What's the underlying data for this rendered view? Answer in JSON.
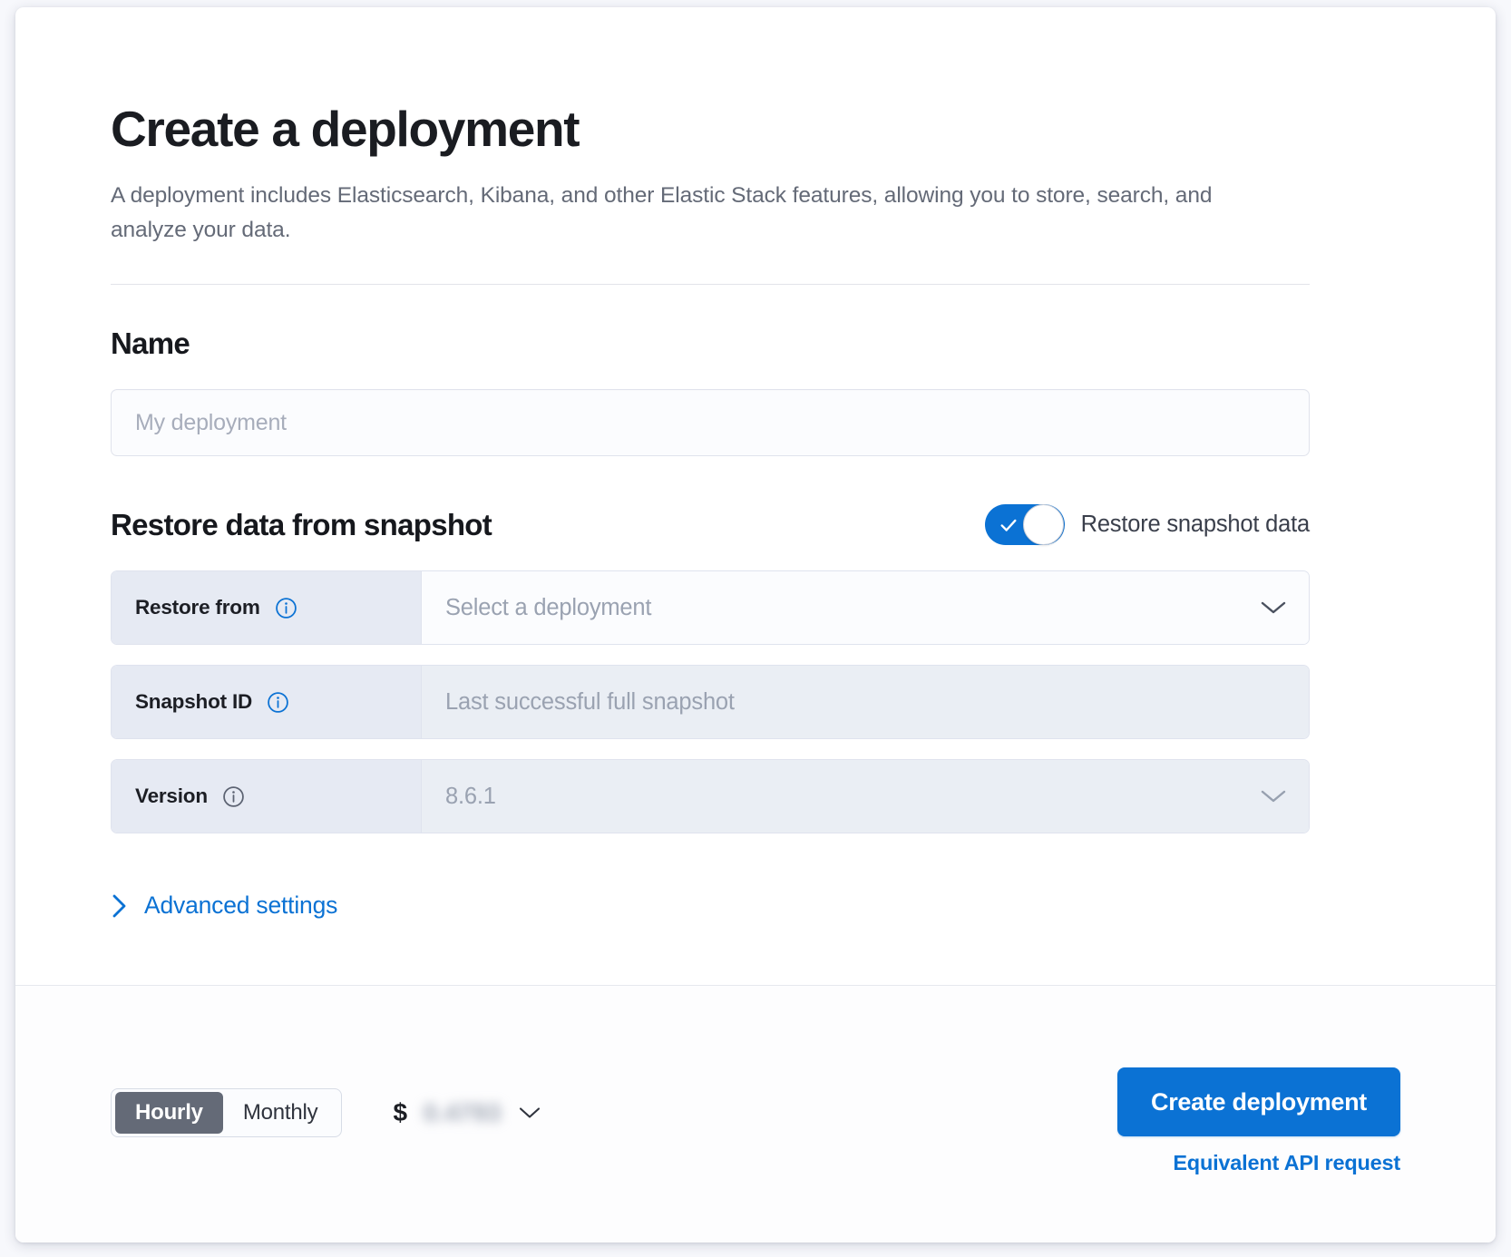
{
  "header": {
    "title": "Create a deployment",
    "description": "A deployment includes Elasticsearch, Kibana, and other Elastic Stack features, allowing you to store, search, and analyze your data."
  },
  "name_section": {
    "title": "Name",
    "input_placeholder": "My deployment",
    "input_value": ""
  },
  "restore_section": {
    "title": "Restore data from snapshot",
    "toggle": {
      "label": "Restore snapshot data",
      "state": "on",
      "icon": "check-icon",
      "color": "#0b72d4"
    },
    "rows": [
      {
        "label": "Restore from",
        "info_icon": "info-circle-icon",
        "value": "Select a deployment",
        "is_placeholder": true,
        "disabled": false,
        "control": "dropdown",
        "chevron_icon": "chevron-down-icon"
      },
      {
        "label": "Snapshot ID",
        "info_icon": "info-circle-icon",
        "value": "Last successful full snapshot",
        "is_placeholder": true,
        "disabled": true,
        "control": "text",
        "chevron_icon": ""
      },
      {
        "label": "Version",
        "info_icon": "info-circle-icon",
        "value": "8.6.1",
        "is_placeholder": false,
        "disabled": true,
        "control": "dropdown",
        "chevron_icon": "chevron-down-icon"
      }
    ],
    "advanced_settings": {
      "label": "Advanced settings",
      "icon": "chevron-right-icon",
      "expanded": false
    }
  },
  "footer": {
    "billing_toggle": {
      "options": [
        "Hourly",
        "Monthly"
      ],
      "selected": "Hourly"
    },
    "price": {
      "currency_symbol": "$",
      "amount": "0.4793",
      "redacted": true,
      "chevron_icon": "chevron-down-icon"
    },
    "create_button": "Create deployment",
    "api_link": "Equivalent API request"
  },
  "colors": {
    "accent": "#0b72d4",
    "text_primary": "#1a1c21",
    "text_secondary": "#646a77",
    "label_bg": "#e6eaf3",
    "disabled_bg": "#eaeef4"
  }
}
